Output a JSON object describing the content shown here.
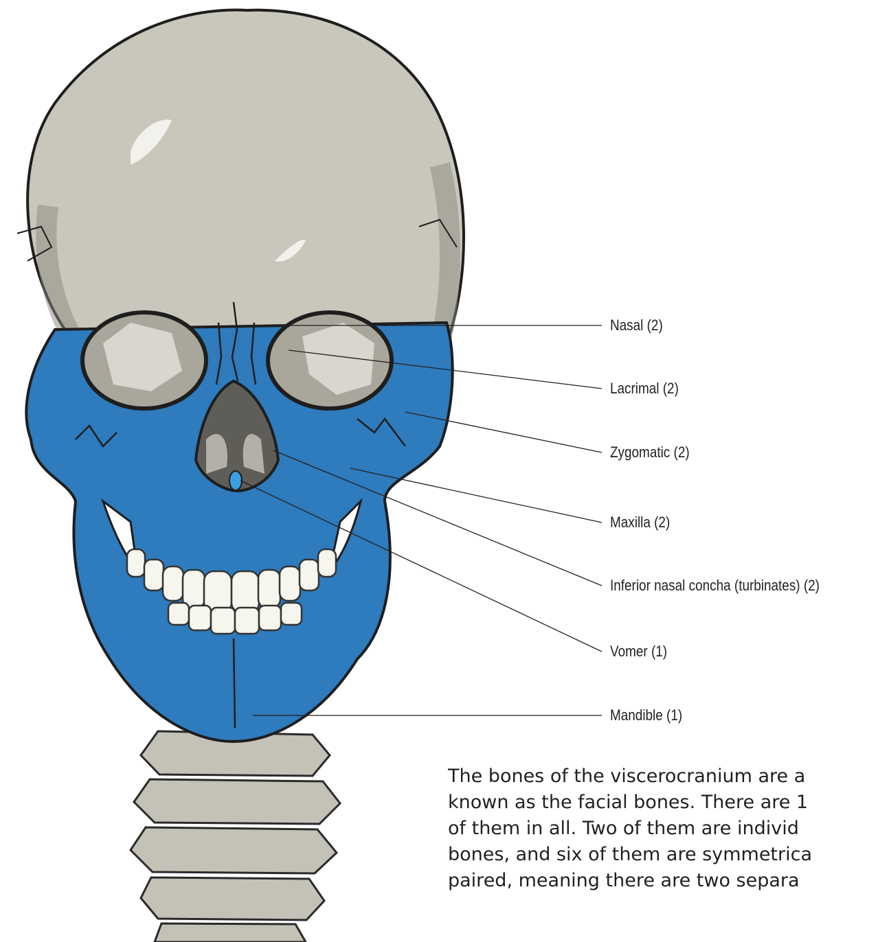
{
  "labels": [
    {
      "id": "nasal",
      "text": "Nasal (2)"
    },
    {
      "id": "lacrimal",
      "text": "Lacrimal (2)"
    },
    {
      "id": "zygomatic",
      "text": "Zygomatic (2)"
    },
    {
      "id": "maxilla",
      "text": "Maxilla (2)"
    },
    {
      "id": "inferior-nasal-concha",
      "text": "Inferior nasal concha (turbinates) (2)"
    },
    {
      "id": "vomer",
      "text": "Vomer (1)"
    },
    {
      "id": "mandible",
      "text": "Mandible (1)"
    }
  ],
  "caption": {
    "lines": [
      "The bones of the viscerocranium are a",
      "known as the facial bones. There are 1",
      "of them in all. Two of them are individ",
      "bones, and six of them are symmetrica",
      "paired, meaning there are two separa"
    ]
  },
  "colors": {
    "facial_bone_blue": "#2e7bbd",
    "cranium_gray": "#c9c6bb",
    "outline": "#1e1e1e",
    "teeth": "#f6f5ee",
    "label_text": "#231f20"
  }
}
